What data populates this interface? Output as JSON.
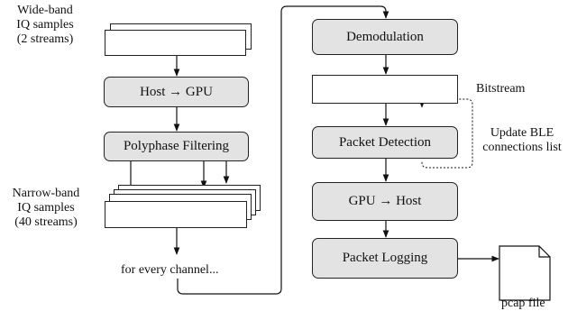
{
  "left_column": {
    "wideband_label": [
      "Wide-band",
      "IQ samples",
      "(2 streams)"
    ],
    "host_to_gpu": "Host → GPU",
    "polyphase": "Polyphase Filtering",
    "narrowband_label": [
      "Narrow-band",
      "IQ samples",
      "(40 streams)"
    ],
    "loop_label": "for every channel..."
  },
  "right_column": {
    "demodulation": "Demodulation",
    "bitstream_label": "Bitstream",
    "packet_detection": "Packet Detection",
    "update_label": [
      "Update BLE",
      "connections list"
    ],
    "gpu_to_host": "GPU → Host",
    "packet_logging": "Packet Logging",
    "pcap_label": "pcap file"
  },
  "colors": {
    "process_fill": "#e3e3e3",
    "buffer_fill": "#ffffff",
    "stroke": "#222222"
  }
}
